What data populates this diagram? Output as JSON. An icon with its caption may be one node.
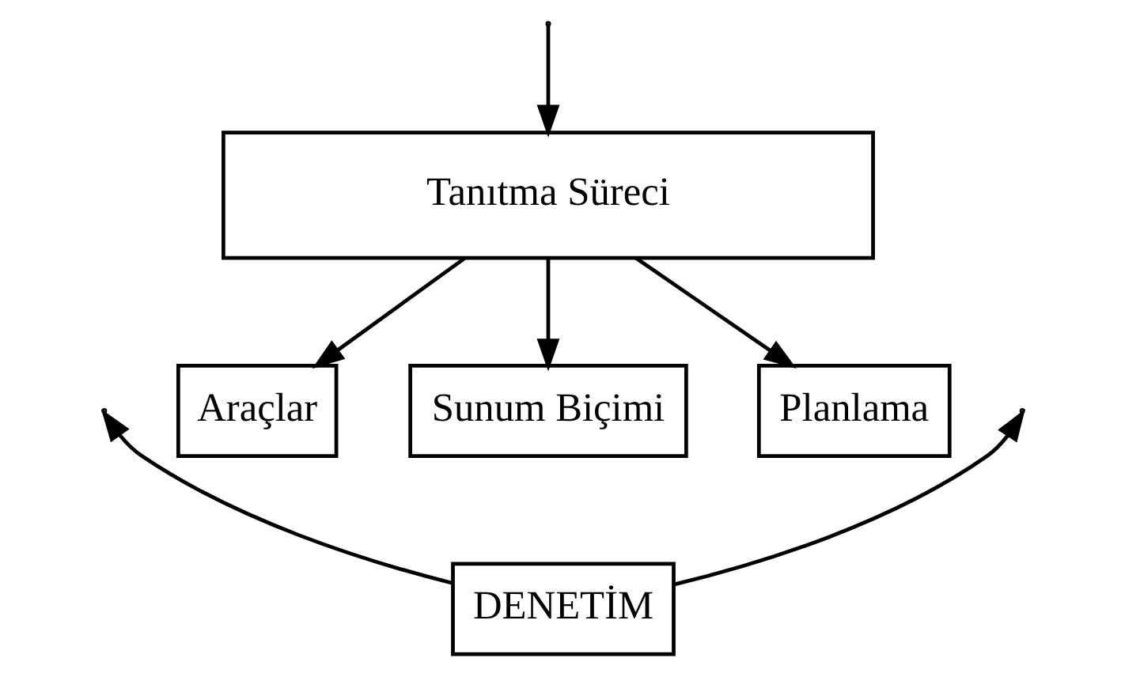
{
  "diagram": {
    "nodes": [
      {
        "text": [
          "Tanıtma Süreci"
        ]
      },
      {
        "text": [
          "Araçlar"
        ]
      },
      {
        "text": [
          "Sunum Biçimi"
        ]
      },
      {
        "text": [
          "Planlama"
        ]
      },
      {
        "text": [
          "DENETİM"
        ]
      }
    ],
    "edges": [
      {
        "from": 0,
        "to": 1,
        "arrow": "to"
      },
      {
        "from": 0,
        "to": 2,
        "arrow": "to"
      },
      {
        "from": 0,
        "to": 3,
        "arrow": "to"
      },
      {
        "from": 4,
        "to": null,
        "arrow": "to"
      },
      {
        "from": 4,
        "to": null,
        "arrow": "to"
      },
      {
        "from": null,
        "to": 0,
        "arrow": "to"
      }
    ]
  }
}
